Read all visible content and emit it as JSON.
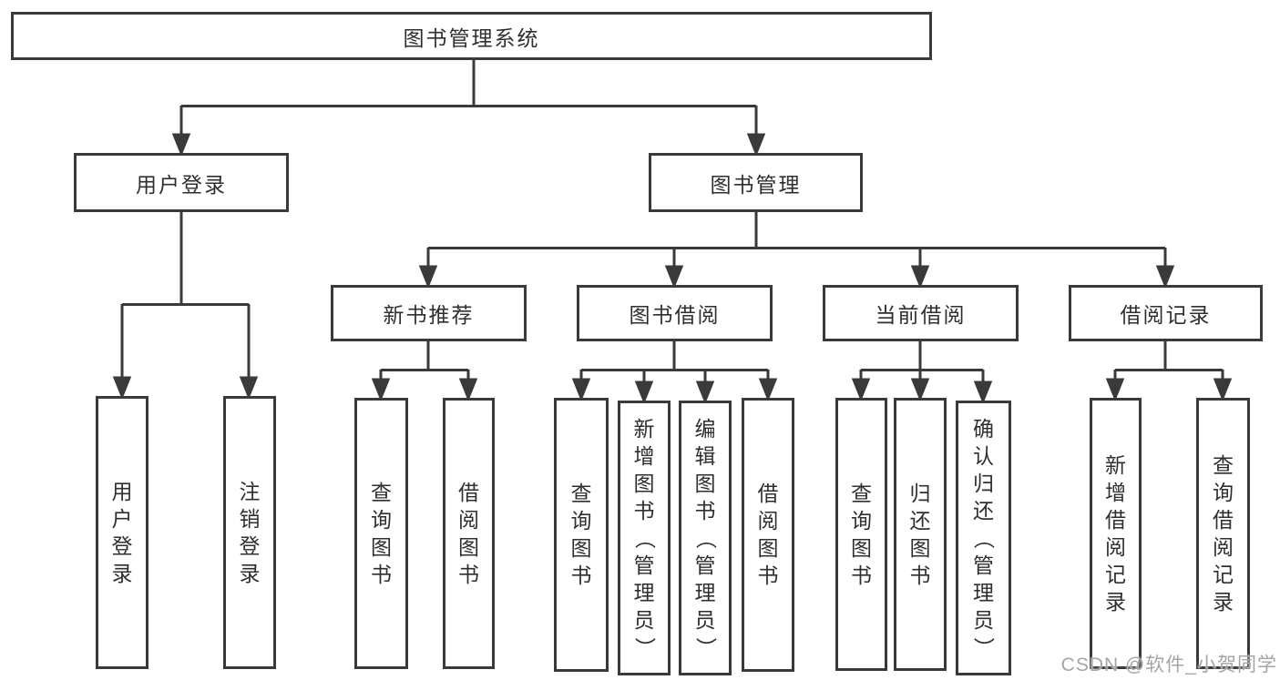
{
  "tree": {
    "label": "图书管理系统",
    "children": [
      {
        "label": "用户登录",
        "children": [
          {
            "label": "用户登录"
          },
          {
            "label": "注销登录"
          }
        ]
      },
      {
        "label": "图书管理",
        "children": [
          {
            "label": "新书推荐",
            "children": [
              {
                "label": "查询图书"
              },
              {
                "label": "借阅图书"
              }
            ]
          },
          {
            "label": "图书借阅",
            "children": [
              {
                "label": "查询图书"
              },
              {
                "label": "新增图书（管理员）"
              },
              {
                "label": "编辑图书（管理员）"
              },
              {
                "label": "借阅图书"
              }
            ]
          },
          {
            "label": "当前借阅",
            "children": [
              {
                "label": "查询图书"
              },
              {
                "label": "归还图书"
              },
              {
                "label": "确认归还（管理员）"
              }
            ]
          },
          {
            "label": "借阅记录",
            "children": [
              {
                "label": "新增借阅记录"
              },
              {
                "label": "查询借阅记录"
              }
            ]
          }
        ]
      }
    ]
  },
  "watermark": "CSDN @软件_小贺同学",
  "colors": {
    "line": "#3a3a3a",
    "text": "#2f2f2f",
    "watermark": "#a5a5a5",
    "background": "#ffffff"
  }
}
